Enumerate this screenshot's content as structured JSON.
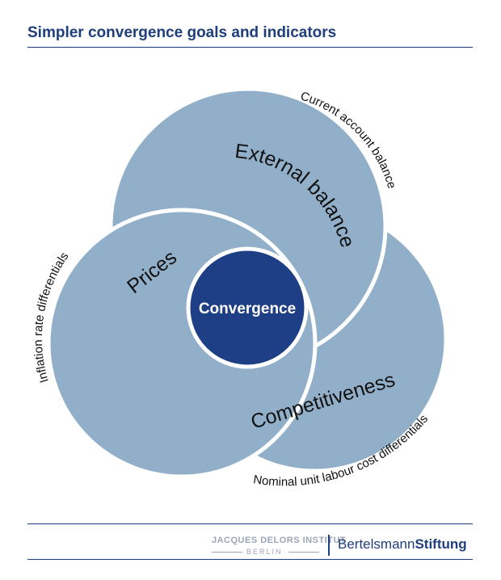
{
  "title": "Simpler convergence goals and indicators",
  "diagram": {
    "center": "Convergence",
    "goals": {
      "external": "External balance",
      "prices": "Prices",
      "competitiveness": "Competitiveness"
    },
    "indicators": {
      "current_account": "Current account balance",
      "inflation": "Inflation rate differentials",
      "labour_cost": "Nominal unit labour cost differentials"
    }
  },
  "footer": {
    "institute_line1": "JACQUES DELORS INSTITUT",
    "institute_line2": "BERLIN",
    "foundation_part1": "Bertelsmann",
    "foundation_part2": "Stiftung"
  },
  "colors": {
    "accent": "#1f3e7c",
    "petal": "#92afc9",
    "center": "#1e3f86"
  }
}
